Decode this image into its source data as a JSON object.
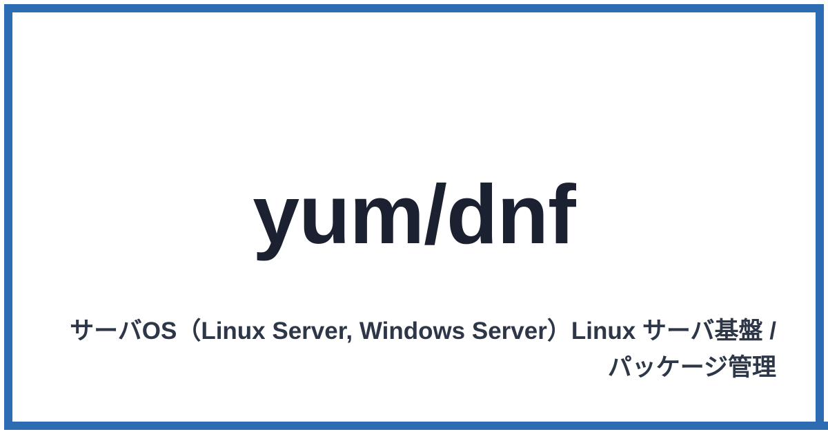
{
  "slide": {
    "title": "yum/dnf",
    "subtitle": "サーバOS（Linux Server, Windows Server）Linux サーバ基盤 / パッケージ管理",
    "subtitle_lines": [
      "サーバOS（Linux Server, Windows Server）",
      "Linux サーバ基盤 / パッケージ管理"
    ],
    "category": "サーバOS（Linux Server, Windows Server）",
    "topic": "Linux サーバ基盤 / パッケージ管理"
  },
  "theme": {
    "frame_color": "#2D6CB2",
    "background_color": "#FFFFFF",
    "title_color": "#1B2130",
    "subtitle_color": "#2D3748"
  }
}
